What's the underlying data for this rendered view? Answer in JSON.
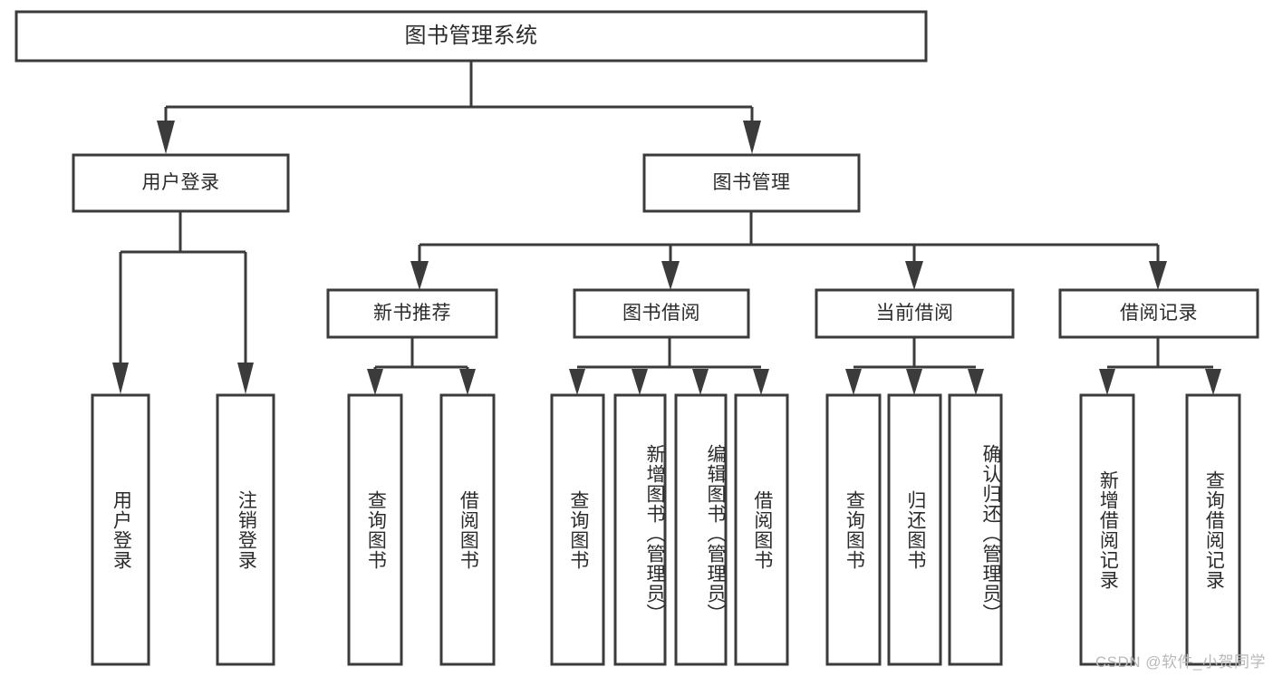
{
  "diagram": {
    "title": "图书管理系统",
    "type": "tree-hierarchy-diagram",
    "root": {
      "label": "图书管理系统"
    },
    "level2": [
      {
        "label": "用户登录"
      },
      {
        "label": "图书管理"
      }
    ],
    "level3": [
      {
        "label": "新书推荐"
      },
      {
        "label": "图书借阅"
      },
      {
        "label": "当前借阅"
      },
      {
        "label": "借阅记录"
      }
    ],
    "leaves": {
      "user_login": [
        {
          "label": "用户登录"
        },
        {
          "label": "注销登录"
        }
      ],
      "new_book_recommend": [
        {
          "label": "查询图书"
        },
        {
          "label": "借阅图书"
        }
      ],
      "book_borrow": [
        {
          "label": "查询图书"
        },
        {
          "label": "新增图书（管理员）"
        },
        {
          "label": "编辑图书（管理员）"
        },
        {
          "label": "借阅图书"
        }
      ],
      "current_borrow": [
        {
          "label": "查询图书"
        },
        {
          "label": "归还图书"
        },
        {
          "label": "确认归还（管理员）"
        }
      ],
      "borrow_record": [
        {
          "label": "新增借阅记录"
        },
        {
          "label": "查询借阅记录"
        }
      ]
    },
    "watermark": "CSDN @软件_小贺同学",
    "colors": {
      "stroke": "#3b3b3b",
      "fill": "#ffffff",
      "text": "#2b2b2b",
      "watermark": "#b9b9b9"
    }
  }
}
